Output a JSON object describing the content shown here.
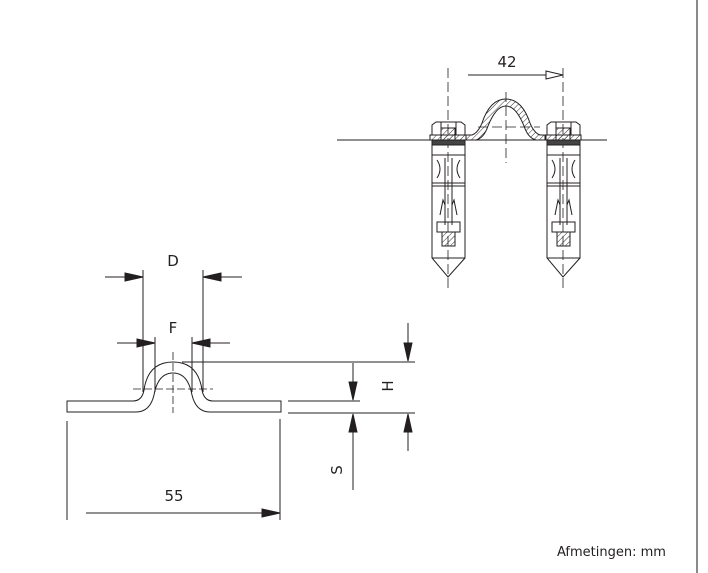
{
  "drawing": {
    "top_view": {
      "dimension_spacing": "42"
    },
    "side_view": {
      "dim_D": "D",
      "dim_F": "F",
      "dim_H": "H",
      "dim_S": "S",
      "dim_length": "55"
    },
    "units_note": "Afmetingen: mm"
  }
}
